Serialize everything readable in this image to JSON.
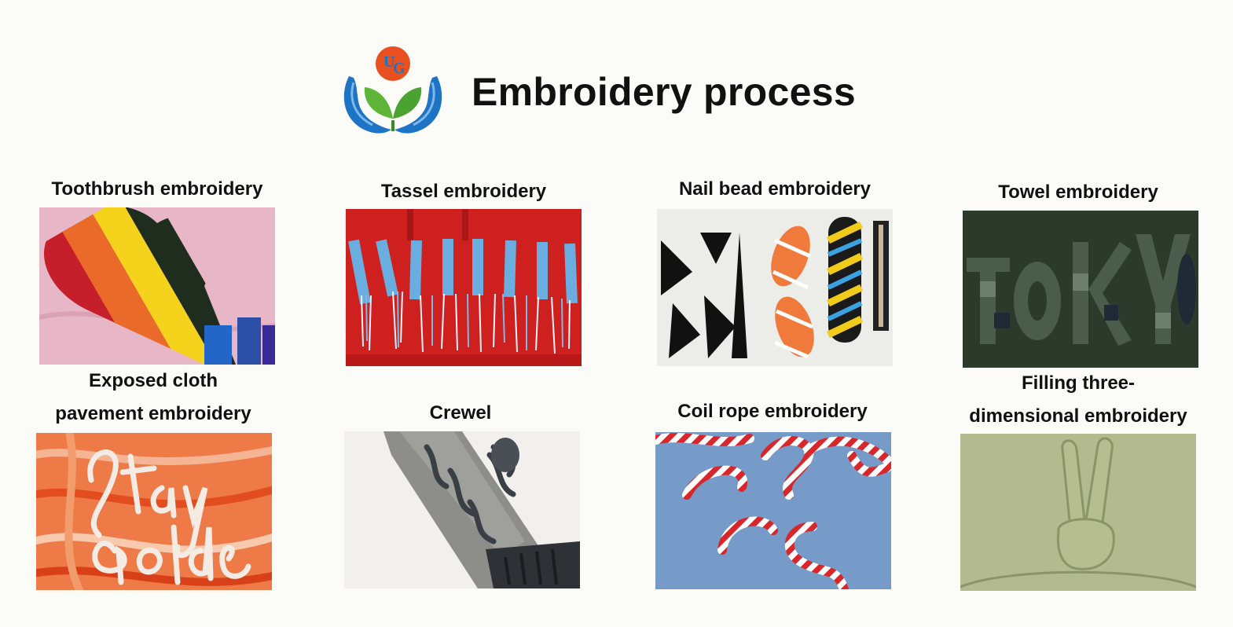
{
  "header": {
    "title": "Embroidery process",
    "logo_letters": "UG",
    "logo_icon": "hands-leaves-logo"
  },
  "colors": {
    "background": "#fbfbf8",
    "text": "#111111",
    "logo_blue": "#1d74c4",
    "logo_green": "#5fb537",
    "logo_orange": "#e8501f"
  },
  "items": [
    {
      "label": [
        "Toothbrush embroidery"
      ],
      "image": "rainbow-heart-chenille-patch"
    },
    {
      "label": [
        "Tassel embroidery"
      ],
      "image": "red-hoodie-new-york-tassels"
    },
    {
      "label": [
        "Nail bead embroidery"
      ],
      "image": "beaded-letters-on-white"
    },
    {
      "label": [
        "Towel embroidery"
      ],
      "image": "green-tokyo-towel-letters"
    },
    {
      "label": [
        "Exposed cloth",
        "pavement embroidery"
      ],
      "image": "orange-stay-golden-lettering"
    },
    {
      "label": [
        "Crewel"
      ],
      "image": "grey-crewel-stitch-on-white"
    },
    {
      "label": [
        "Coil rope embroidery"
      ],
      "image": "red-white-rope-on-denim"
    },
    {
      "label": [
        "Filling three-",
        "dimensional embroidery"
      ],
      "image": "green-embossed-peace-hand"
    }
  ]
}
